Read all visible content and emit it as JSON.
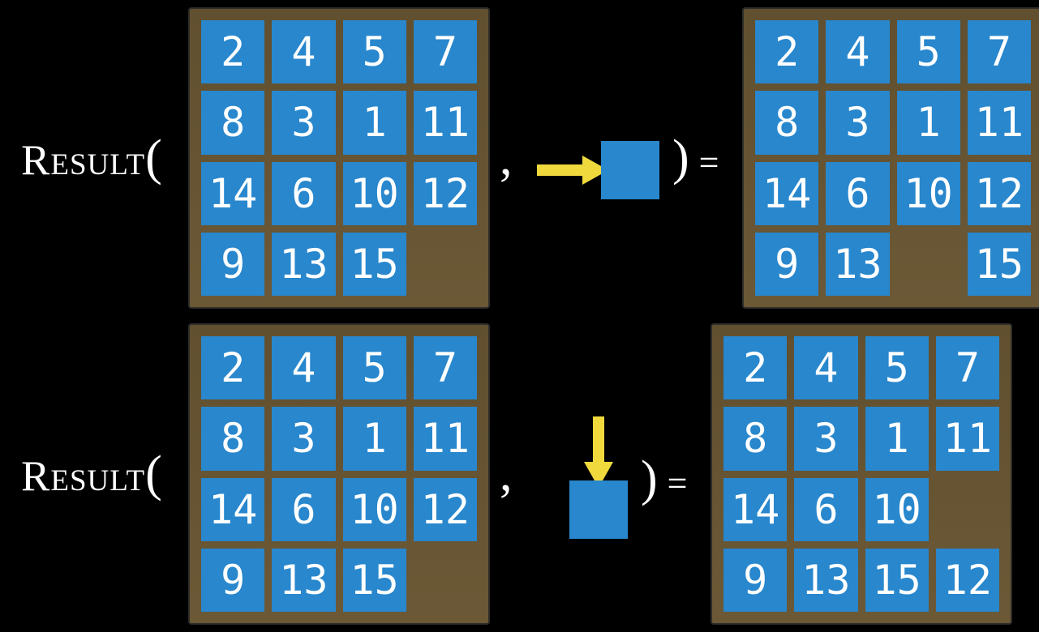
{
  "colors": {
    "background": "#000000",
    "tile_blue": "#2887CD",
    "frame_brown": "#665433",
    "frame_edge": "#2e2d29",
    "arrow_yellow": "#EFD93C",
    "text_white": "#FFFFFF"
  },
  "function": {
    "name": "Result",
    "open_paren": "(",
    "comma": ",",
    "close_paren": ")",
    "equals": "="
  },
  "rows": [
    {
      "id": "move-right",
      "move": {
        "direction": "right",
        "icon": "right-arrow-icon"
      },
      "input_board": [
        [
          2,
          4,
          5,
          7
        ],
        [
          8,
          3,
          1,
          11
        ],
        [
          14,
          6,
          10,
          12
        ],
        [
          9,
          13,
          15,
          null
        ]
      ],
      "output_board": [
        [
          2,
          4,
          5,
          7
        ],
        [
          8,
          3,
          1,
          11
        ],
        [
          14,
          6,
          10,
          12
        ],
        [
          9,
          13,
          null,
          15
        ]
      ]
    },
    {
      "id": "move-down",
      "move": {
        "direction": "down",
        "icon": "down-arrow-icon"
      },
      "input_board": [
        [
          2,
          4,
          5,
          7
        ],
        [
          8,
          3,
          1,
          11
        ],
        [
          14,
          6,
          10,
          12
        ],
        [
          9,
          13,
          15,
          null
        ]
      ],
      "output_board": [
        [
          2,
          4,
          5,
          7
        ],
        [
          8,
          3,
          1,
          11
        ],
        [
          14,
          6,
          10,
          null
        ],
        [
          9,
          13,
          15,
          12
        ]
      ]
    }
  ]
}
